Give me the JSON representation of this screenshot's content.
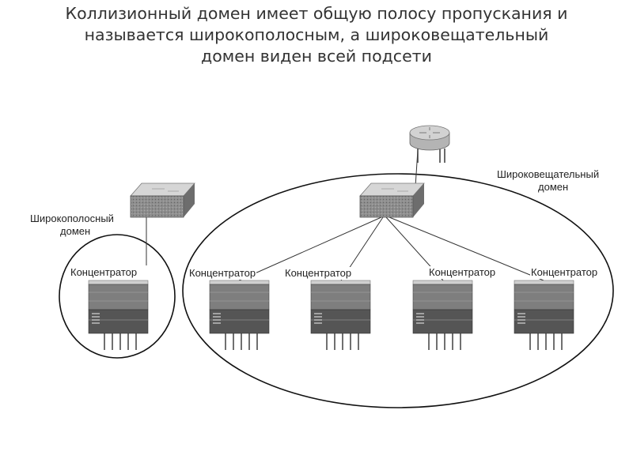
{
  "title": {
    "lines": [
      "Коллизионный домен имеет общую полосу пропускания и",
      "называется широкополосным, а широковещательный",
      "домен виден всей подсети"
    ]
  },
  "labels": {
    "broadband_line1": "Широкополосный",
    "broadband_line2": "домен",
    "broadcast_line1": "Широковещательный",
    "broadcast_line2": "домен"
  },
  "hubs": [
    {
      "label": "Концентратор"
    },
    {
      "label": "Концентратор"
    },
    {
      "label": "Концентратор"
    },
    {
      "label": "Концентратор"
    },
    {
      "label": "Концентратор"
    }
  ]
}
